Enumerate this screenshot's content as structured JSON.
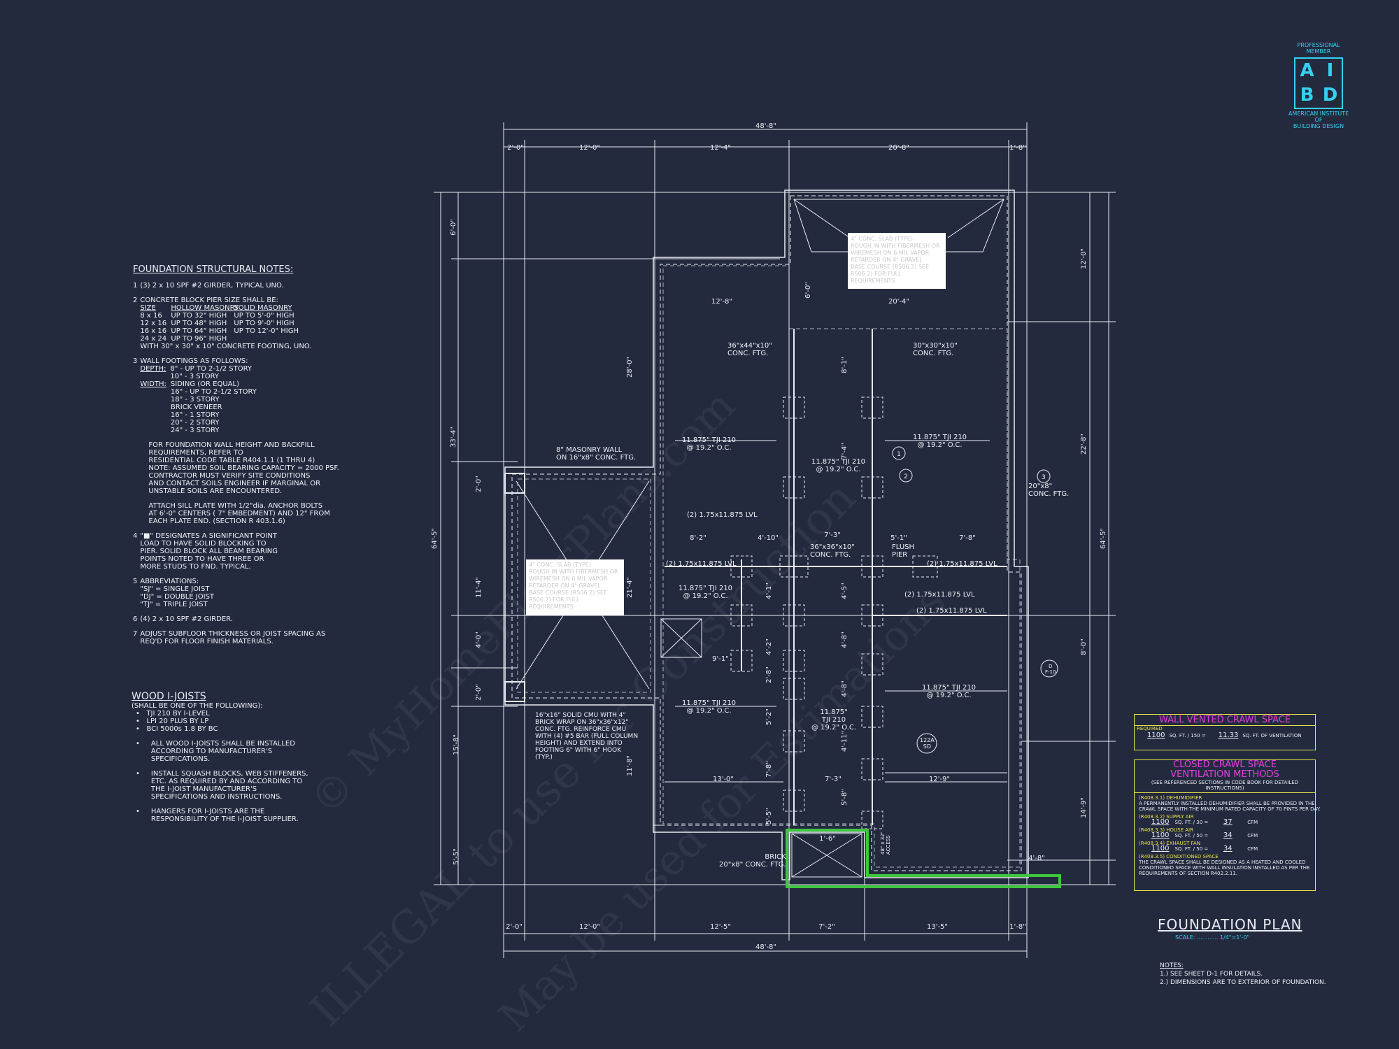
{
  "logo": {
    "top": "PROFESSIONAL MEMBER",
    "letters": [
      "A",
      "I",
      "B",
      "D"
    ],
    "bottom": [
      "AMERICAN INSTITUTE",
      "OF",
      "BUILDING DESIGN"
    ]
  },
  "watermarks": [
    "© MyHomeFloorPlans.com",
    "ILLEGAL to use for Construction",
    "May be used for Estimations"
  ],
  "notes": {
    "title": "FOUNDATION STRUCTURAL NOTES:",
    "n1": "(3) 2 x 10 SPF #2 GIRDER, TYPICAL UNO.",
    "n2_head": "CONCRETE BLOCK PIER SIZE SHALL BE:",
    "n2_cols": [
      "SIZE",
      "HOLLOW MASONRY",
      "SOLID MASONRY"
    ],
    "n2_rows": [
      [
        "8 x 16",
        "UP TO 32\" HIGH",
        "UP TO 5'-0\" HIGH"
      ],
      [
        "12 x 16",
        "UP TO 48\" HIGH",
        "UP TO 9'-0\" HIGH"
      ],
      [
        "16 x 16",
        "UP TO 64\" HIGH",
        "UP TO 12'-0\" HIGH"
      ],
      [
        "24 x 24",
        "UP TO 96\" HIGH",
        ""
      ]
    ],
    "n2_tail": "WITH 30\" x 30\" x 10\" CONCRETE FOOTING, UNO.",
    "n3_head": "WALL FOOTINGS AS FOLLOWS:",
    "n3_depth_label": "DEPTH:",
    "n3_depth": "8\" - UP TO 2-1/2 STORY\n10\" - 3 STORY",
    "n3_width_label": "WIDTH:",
    "n3_width": "SIDING (OR EQUAL)\n16\" - UP TO 2-1/2 STORY\n18\" - 3 STORY\nBRICK VENEER\n16\" - 1 STORY\n20\" - 2 STORY\n24\" - 3 STORY",
    "n3_para1": "FOR FOUNDATION WALL HEIGHT AND BACKFILL\nREQUIREMENTS, REFER TO\nRESIDENTIAL CODE TABLE R404.1.1 (1 THRU 4)\nNOTE: ASSUMED SOIL BEARING CAPACITY = 2000 PSF.\nCONTRACTOR MUST VERIFY SITE CONDITIONS\nAND CONTACT SOILS ENGINEER IF MARGINAL OR\nUNSTABLE SOILS ARE ENCOUNTERED.",
    "n3_para2": "ATTACH SILL PLATE WITH 1/2\"dia. ANCHOR BOLTS\nAT 6'-0\" CENTERS ( 7\" EMBEDMENT) AND 12\" FROM\nEACH PLATE END. (SECTION R 403.1.6)",
    "n4": "\"■\" DESIGNATES A SIGNIFICANT POINT\nLOAD TO HAVE SOLID BLOCKING TO\nPIER. SOLID BLOCK ALL BEAM BEARING\nPOINTS NOTED TO HAVE THREE OR\nMORE STUDS TO FND. TYPICAL.",
    "n5": "ABBREVIATIONS:\n\"SJ\" = SINGLE JOIST\n\"DJ\" = DOUBLE JOIST\n\"TJ\" = TRIPLE JOIST",
    "n6": "(4) 2 x 10 SPF #2 GIRDER.",
    "n7": "ADJUST SUBFLOOR THICKNESS OR JOIST SPACING AS\nREQ'D FOR FLOOR FINISH MATERIALS.",
    "nums": [
      "1",
      "2",
      "3",
      "4",
      "5",
      "6",
      "7"
    ]
  },
  "joists": {
    "title": "WOOD I-JOISTS",
    "sub": "(SHALL BE ONE OF THE FOLLOWING):",
    "list": [
      "TJI 210 BY I-LEVEL",
      "LPI 20 PLUS BY LP",
      "BCI 5000s 1.8 BY BC"
    ],
    "b1": "ALL WOOD I-JOISTS SHALL BE INSTALLED\nACCORDING TO MANUFACTURER'S\nSPECIFICATIONS.",
    "b2": "INSTALL SQUASH BLOCKS, WEB STIFFENERS,\nETC. AS REQUIRED BY AND ACCORDING TO\nTHE I-JOIST MANUFACTURER'S\nSPECIFICATIONS AND INSTRUCTIONS.",
    "b3": "HANGERS FOR I-JOISTS ARE THE\nRESPONSIBILITY OF THE I-JOIST SUPPLIER."
  },
  "dims": {
    "top_total": "48'-8\"",
    "bottom_total": "48'-8\"",
    "top": [
      "2'-0\"",
      "12'-0\"",
      "12'-4\"",
      "20'-8\"",
      "1'-8\""
    ],
    "bottom": [
      "2'-0\"",
      "12'-0\"",
      "12'-5\"",
      "7'-2\"",
      "13'-5\"",
      "1'-8\""
    ],
    "left_outer": "64'-5\"",
    "left_a": "33'-4\"",
    "left_b": "6'-0\"",
    "left_c": [
      "2'-0\"",
      "11'-4\"",
      "4'-0\"",
      "2'-0\"",
      "15'-8\"",
      "5'-5\""
    ],
    "right_outer": "64'-5\"",
    "right": [
      "12'-0\"",
      "22'-8\"",
      "8'-0\"",
      "14'-9\""
    ],
    "inner": {
      "d1": "12'-8\"",
      "d2": "20'-4\"",
      "d3": "6'-0\"",
      "d4": "28'-0\"",
      "d5": "8'-2\"",
      "d6": "4'-10\"",
      "d7": "5'-1\"",
      "d8": "7'-8\"",
      "d9": "7'-3\"",
      "d10": "21'-4\"",
      "d11": "13'-0\"",
      "d12": "7'-3\"",
      "d13": "12'-9\"",
      "d14": "4'-8\"",
      "d15": "1'-6\"",
      "d16": "8'-1\"",
      "d17": "7'-4\"",
      "d18": "4'-5\"",
      "d19": "4'-8\"",
      "d20": "4'-8\"",
      "d21": "4'-11\"",
      "d22": "5'-8\"",
      "d23": "5'-2\"",
      "d24": "7'-8\"",
      "d25": "2'-8\"",
      "d26": "5'-5\"",
      "d27": "4'-1\"",
      "d28": "4'-2\"",
      "d29": "9'-1\"",
      "d30": "11'-8\""
    }
  },
  "labels": {
    "ftg1": "36\"x44\"x10\"\nCONC. FTG.",
    "ftg2": "30\"x30\"x10\"\nCONC. FTG.",
    "ftg3": "36\"x36\"x10\"\nCONC. FTG.",
    "ftg4": "20\"x8\"\nCONC. FTG.",
    "masonry": "8\" MASONRY WALL\nON 16\"x8\" CONC. FTG.",
    "cmu": "16\"x16\" SOLID CMU WITH 4\"\nBRICK WRAP ON 36\"x36\"x12\"\nCONC. FTG. REINFORCE CMU\nWITH (4) #5 BAR (FULL COLUMN\nHEIGHT) AND EXTEND INTO\nFOOTING 6\" WITH 6\" HOOK\n(TYP.)",
    "tji_a": "11.875\" TJI 210\n@ 19.2\" O.C.",
    "tji_b": "11.875\" TJI 210\n@ 19.2\" O.C.",
    "tji_c": "11.875\" TJI 210\n@ 19.2\" O.C.",
    "tji_d": "11.875\" TJI 210\n@ 19.2\" O.C.",
    "tji_e": "11.875\" TJI 210\n@ 19.2\" O.C.",
    "tji_f": "11.875\" TJI 210\n@ 19.2\" O.C.",
    "tji_g": "11.875\"\nTJI 210\n@ 19.2\" O.C.",
    "lvl1": "(2) 1.75x11.875 LVL",
    "lvl2": "(2) 1.75x11.875 LVL",
    "lvl3": "(2) 1.75x11.875 LVL",
    "lvl4": "(2) 1.75x11.875 LVL",
    "lvl5": "(2) 1.75x11.875 LVL",
    "flush": "FLUSH\nPIER",
    "brick": "BRICK\n20\"x8\" CONC. FTG.",
    "slab1": "4\" CONC. SLAB (TYPE)\nROUGH IN WITH FIBERMESH OR\nWIREMESH ON 6 MIL VAPOR\nRETARDER ON 4\" GRAVEL\nBASE COURSE (R506.2) SEE\nR506.2) FOR FULL\nREQUIREMENTS",
    "slab2": "4\" CONC. SLAB (TYPE)\nROUGH IN WITH FIBERMESH OR\nWIREMESH ON 6 MIL VAPOR\nRETARDER ON 4\" GRAVEL\nBASE COURSE (R506.2) SEE\nR506.2) FOR FULL\nREQUIREMENTS",
    "access": "48\" x 32\"\nACCESS",
    "tag_d": "D\nF-10",
    "tag_122": "122A\nSD",
    "bubbles": [
      "1",
      "2",
      "3"
    ]
  },
  "wall_vent": {
    "title": "WALL VENTED CRAWL SPACE",
    "required": "REQUIRED",
    "v1": "1100",
    "t1": "SQ. FT. / 150 =",
    "v2": "11.33",
    "t2": "SQ. FT. OF VENTILATION"
  },
  "closed_crawl": {
    "title": "CLOSED CRAWL SPACE\nVENTILATION METHODS",
    "sub": "(SEE REFERENCED SECTIONS IN CODE BOOK FOR DETAILED INSTRUCTIONS)",
    "s1": "(R408.3.1) DEHUMIDIFIER",
    "s1t": "A PERMANENTLY INSTALLED DEHUMIDIFIER SHALL BE PROVIDED IN THE\nCRAWL SPACE WITH THE MINIMUM RATED CAPACITY OF 70 PINTS PER DAY.",
    "s2": "(R408.3.2) SUPPLY AIR",
    "s2v": "1100",
    "s2t": "SQ. FT. / 30 =",
    "s2r": "37",
    "s2u": "CFM",
    "s3": "(R408.3.3) HOUSE AIR",
    "s3v": "1100",
    "s3t": "SQ. FT. / 50 =",
    "s3r": "34",
    "s3u": "CFM",
    "s4": "(R408.3.4) EXHAUST FAN",
    "s4v": "1100",
    "s4t": "SQ. FT. / 50 =",
    "s4r": "34",
    "s4u": "CFM",
    "s5": "(R408.3.5) CONDITIONED SPACE",
    "s5t": "THE CRAWL SPACE SHALL BE DESIGNED AS A HEATED AND COOLED\nCONDITIONED SPACE WITH WALL INSULATION INSTALLED AS PER THE\nREQUIREMENTS OF SECTION R402.2.11."
  },
  "title_block": {
    "title": "FOUNDATION PLAN",
    "scale_label": "SCALE:",
    "scale": "1/4\"=1'-0\"",
    "notes_head": "NOTES:",
    "notes": [
      "1.) SEE SHEET D-1 FOR DETAILS.",
      "2.) DIMENSIONS ARE TO EXTERIOR OF FOUNDATION."
    ]
  },
  "colors": {
    "bg": "#242a3e",
    "line": "#e8ecf4",
    "accent_cyan": "#35d0f0",
    "magenta": "#e040e0",
    "yellow": "#e6e24a",
    "green": "#3ec63e"
  }
}
